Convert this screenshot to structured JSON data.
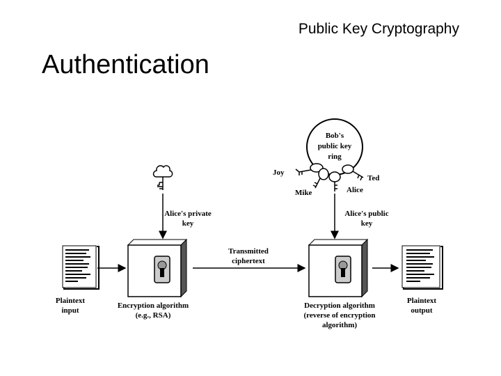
{
  "header": {
    "title": "Public Key Cryptography"
  },
  "slide": {
    "title": "Authentication"
  },
  "diagram": {
    "ring_label": [
      "Bob's",
      "public key",
      "ring"
    ],
    "ring_keys": {
      "joy": "Joy",
      "mike": "Mike",
      "ted": "Ted",
      "alice": "Alice"
    },
    "alice_private_key": [
      "Alice's private",
      "key"
    ],
    "alice_public_key": [
      "Alice's public",
      "key"
    ],
    "transmitted": [
      "Transmitted",
      "ciphertext"
    ],
    "plaintext_input": [
      "Plaintext",
      "input"
    ],
    "plaintext_output": [
      "Plaintext",
      "output"
    ],
    "encryption": [
      "Encryption algorithm",
      "(e.g., RSA)"
    ],
    "decryption": [
      "Decryption algorithm",
      "(reverse of encryption",
      "algorithm)"
    ]
  },
  "icons": {
    "private_key": "cloud-key-icon",
    "lock": "keyhole-lock-icon",
    "document": "document-icon"
  }
}
